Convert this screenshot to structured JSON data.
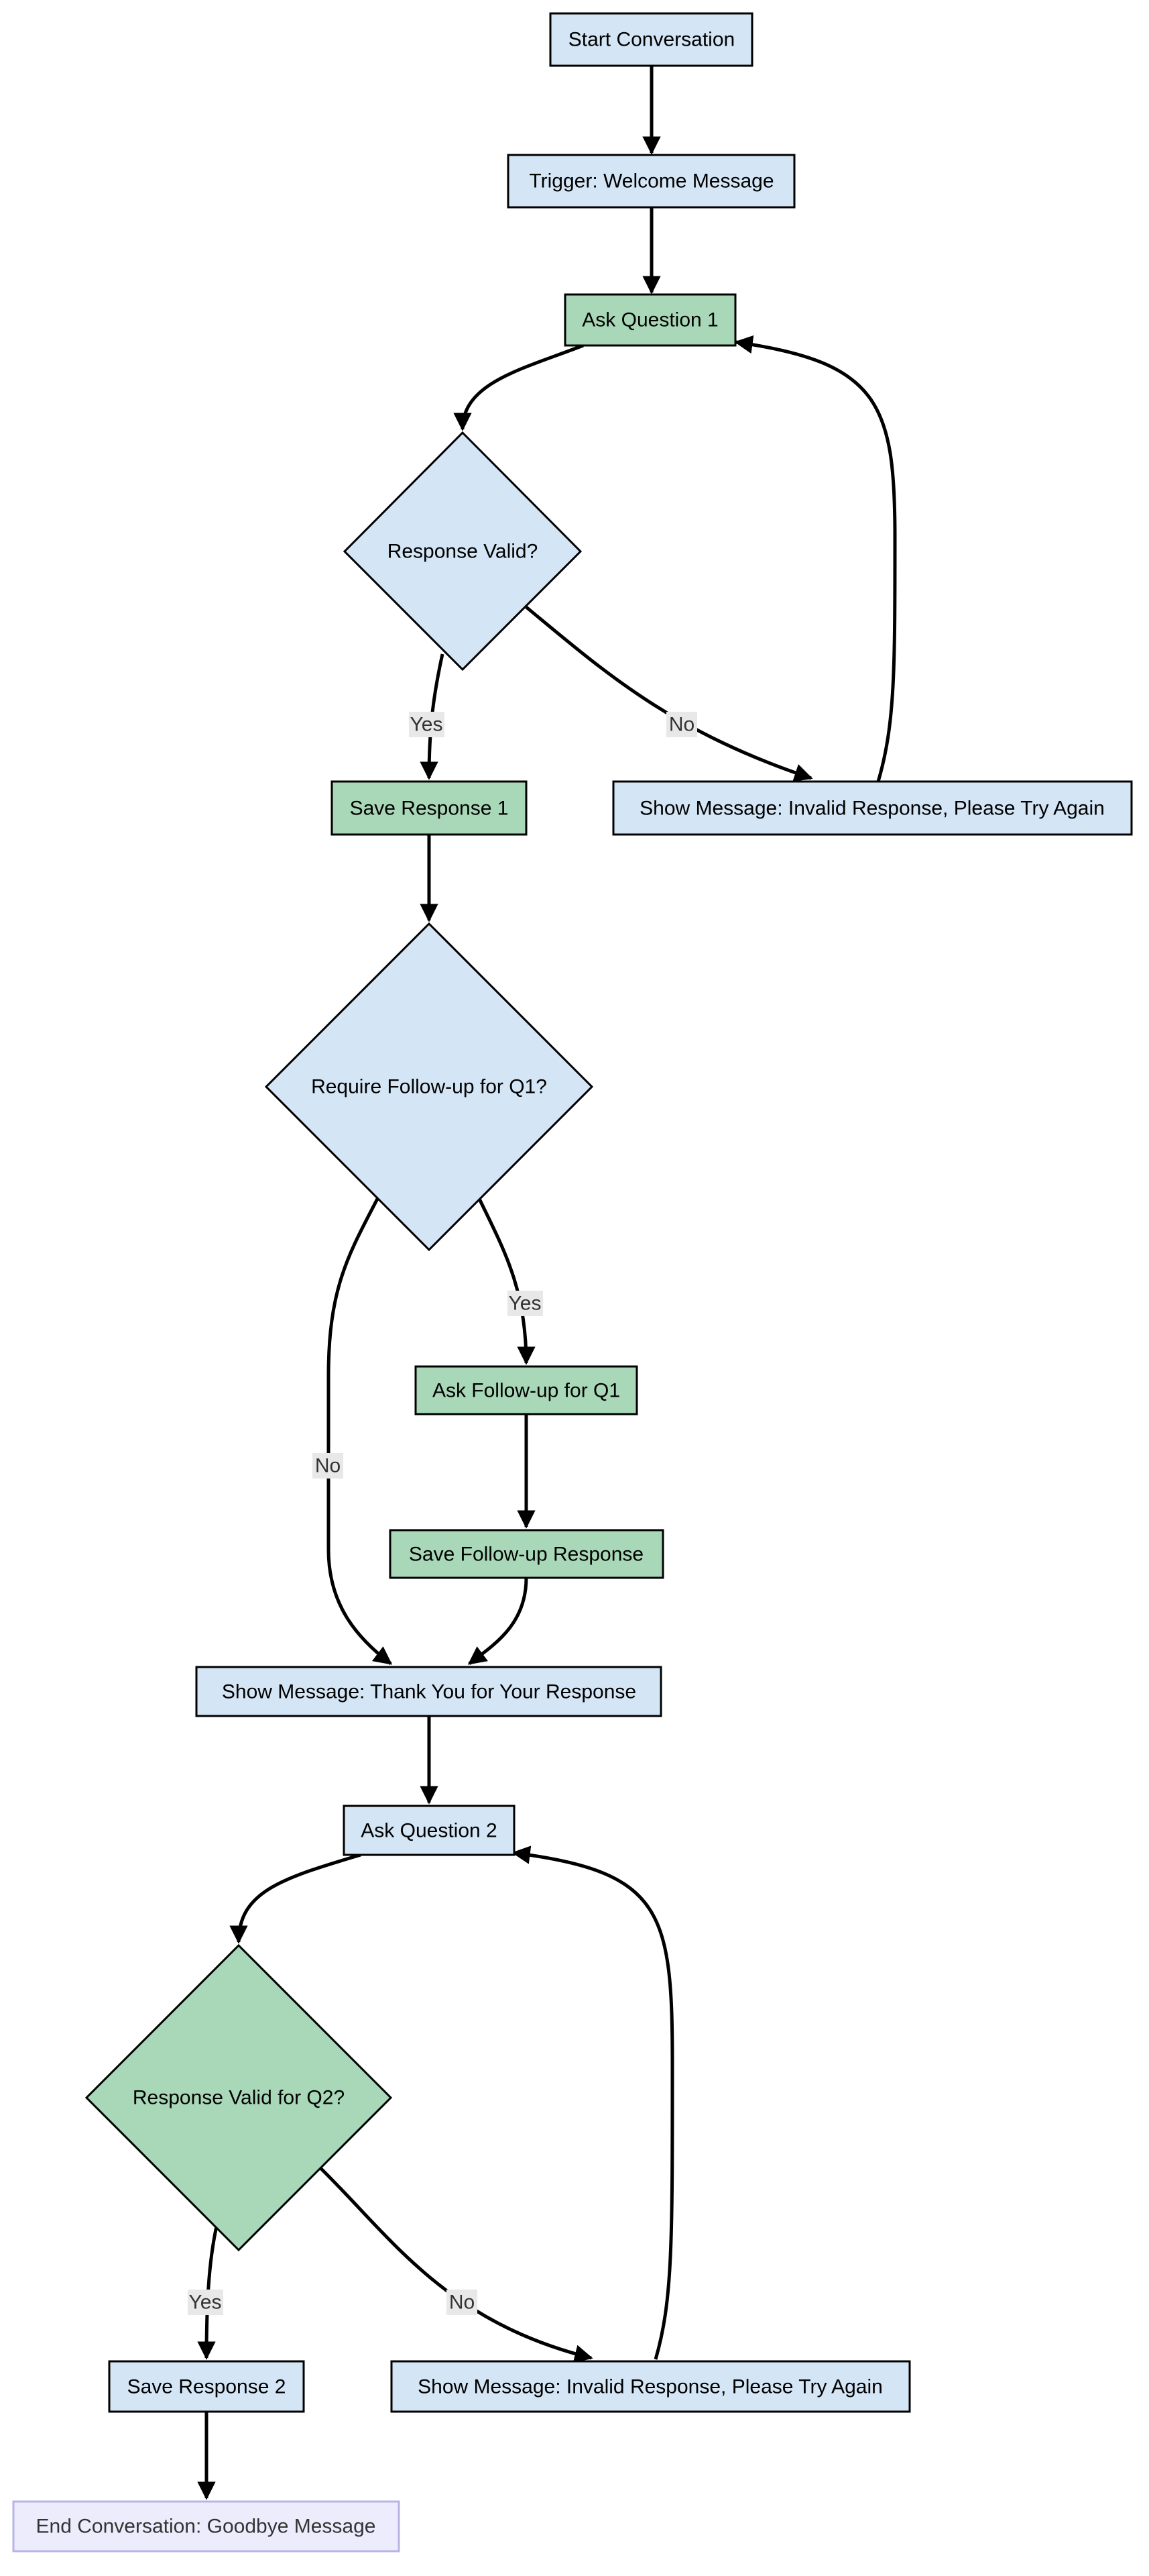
{
  "colors": {
    "blue": "#d4e5f5",
    "green": "#a8d8b8",
    "lavender": "#ececfd",
    "stroke": "#000000",
    "lavender_stroke": "#b8b4e8",
    "edge_label_bg": "#e8e8e8"
  },
  "nodes": {
    "start": "Start Conversation",
    "trigger": "Trigger: Welcome Message",
    "ask_q1": "Ask Question 1",
    "valid_q1": "Response Valid?",
    "save_r1": "Save Response 1",
    "invalid_q1": "Show Message: Invalid Response, Please Try Again",
    "followup_q1": "Require Follow-up for Q1?",
    "ask_followup": "Ask Follow-up for Q1",
    "save_followup": "Save Follow-up Response",
    "thanks": "Show Message: Thank You for Your Response",
    "ask_q2": "Ask Question 2",
    "valid_q2": "Response Valid for Q2?",
    "save_r2": "Save Response 2",
    "invalid_q2": "Show Message: Invalid Response, Please Try Again",
    "end": "End Conversation: Goodbye Message"
  },
  "edge_labels": {
    "yes": "Yes",
    "no": "No"
  }
}
